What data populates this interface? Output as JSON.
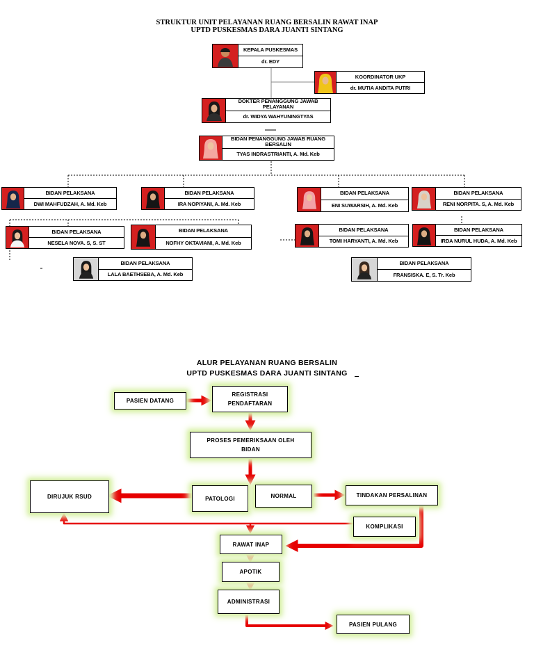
{
  "org": {
    "title_line1": "STRUKTUR UNIT PELAYANAN RUANG BERSALIN RAWAT INAP",
    "title_line2": "UPTD PUSKESMAS DARA JUANTI SINTANG",
    "kepala": {
      "role": "KEPALA PUSKESMAS",
      "name": "dr. EDY"
    },
    "koordinator": {
      "role": "KOORDINATOR UKP",
      "name": "dr. MUTIA ANDITA PUTRI"
    },
    "dokter": {
      "role": "DOKTER PENANGGUNG JAWAB PELAYANAN",
      "name": "dr. WIDYA WAHYUNINGTYAS"
    },
    "bidan_pj": {
      "role": "BIDAN PENANGGUNG JAWAB RUANG BERSALIN",
      "name": "TYAS INDRASTRIANTI, A. Md. Keb"
    },
    "pelaksana_role": "BIDAN PELAKSANA",
    "pelaksana": [
      "DWI MAHFUDZAH, A. Md. Keb",
      "IRA NOPIYANI, A. Md. Keb",
      "ENI SUWARSIH, A. Md. Keb",
      "RENI NORPITA. S, A. Md. Keb",
      "NESELA NOVA. S, S. ST",
      "NOFHY OKTAVIANI, A. Md. Keb",
      "TOMI HARYANTI, A. Md. Keb",
      "IRDA NURUL HUDA, A. Md. Keb",
      "LALA BAETHSEBA, A. Md. Keb",
      "FRANSISKA. E, S. Tr. Keb"
    ]
  },
  "flow": {
    "title_line1": "ALUR PELAYANAN RUANG BERSALIN",
    "title_line2": "UPTD PUSKESMAS DARA JUANTI SINTANG",
    "pasien_datang": "PASIEN DATANG",
    "registrasi_line1": "REGISTRASI",
    "registrasi_line2": "PENDAFTARAN",
    "pemeriksaan_line1": "PROSES PEMERIKSAAN OLEH",
    "pemeriksaan_line2": "BIDAN",
    "patologi": "PATOLOGI",
    "normal": "NORMAL",
    "dirujuk": "DIRUJUK RSUD",
    "tindakan": "TINDAKAN PERSALINAN",
    "komplikasi": "KOMPLIKASI",
    "rawat_inap": "RAWAT INAP",
    "apotik": "APOTIK",
    "administrasi": "ADMINISTRASI",
    "pasien_pulang": "PASIEN PULANG"
  },
  "colors": {
    "arrow": "#e60000",
    "glow": "#d6f0a2",
    "photo_red": "#d42020",
    "photo_blue": "#1f5fc4"
  }
}
